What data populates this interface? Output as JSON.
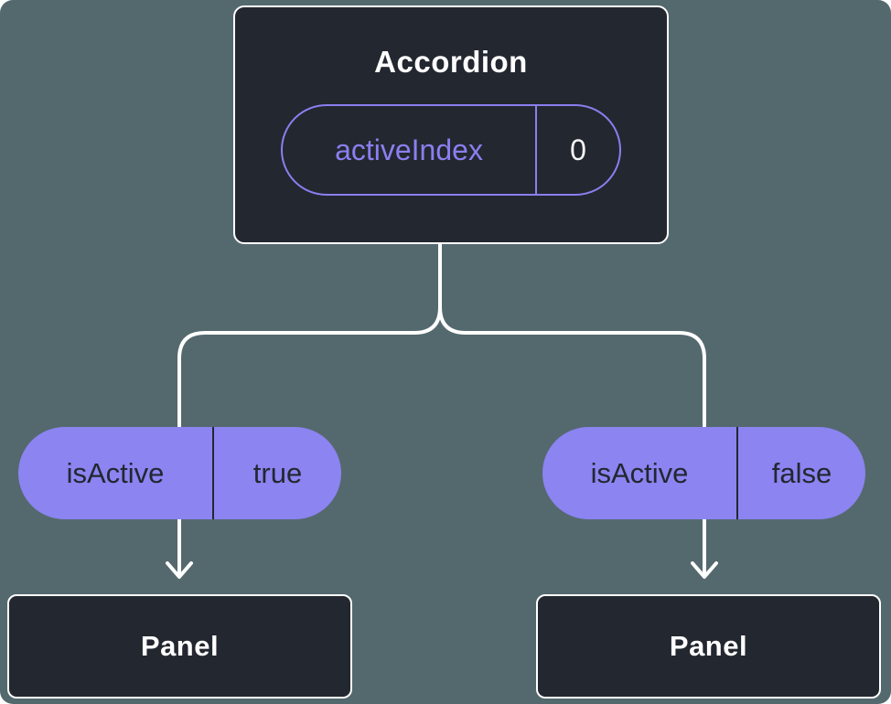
{
  "diagram": {
    "root": {
      "title": "Accordion",
      "prop_name": "activeIndex",
      "prop_value": "0"
    },
    "left_branch": {
      "prop_name": "isActive",
      "prop_value": "true",
      "node_label": "Panel"
    },
    "right_branch": {
      "prop_name": "isActive",
      "prop_value": "false",
      "node_label": "Panel"
    },
    "colors": {
      "background": "#54696e",
      "node_fill": "#23272f",
      "node_border": "#ffffff",
      "pill_fill": "#8b84f1",
      "accent_purple": "#8a7ff0",
      "connector": "#ffffff",
      "dark_text": "#23272f",
      "light_text": "#ffffff"
    }
  }
}
